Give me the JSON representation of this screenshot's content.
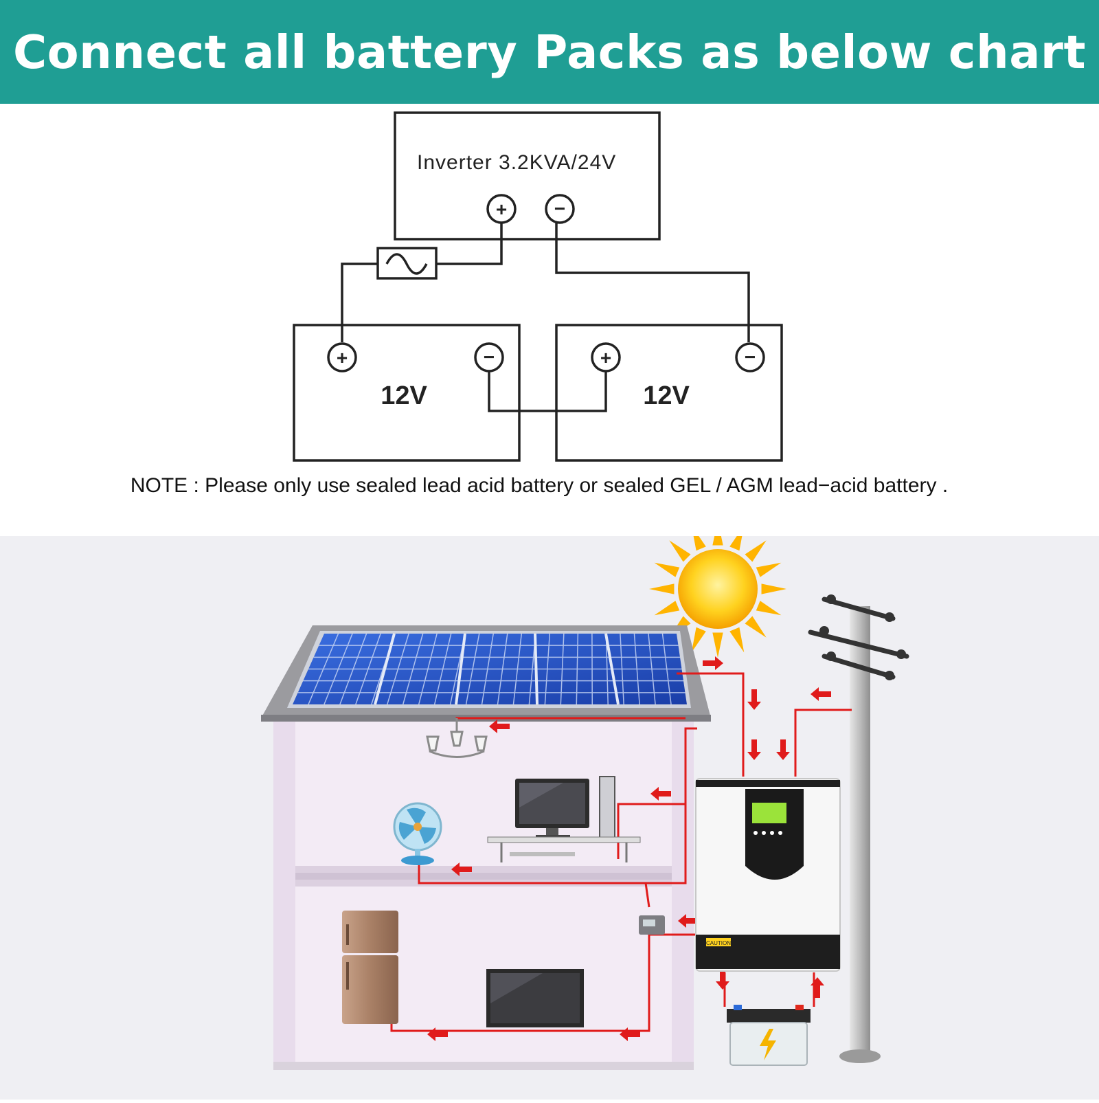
{
  "header": {
    "title": "Connect all battery Packs as below chart"
  },
  "wiring_diagram": {
    "inverter": {
      "label": "Inverter 3.2KVA/24V",
      "positive": "+",
      "negative": "−"
    },
    "batteries": [
      {
        "voltage": "12V",
        "positive": "+",
        "negative": "−"
      },
      {
        "voltage": "12V",
        "positive": "+",
        "negative": "−"
      }
    ],
    "note": "NOTE : Please only use sealed lead acid battery or sealed GEL / AGM lead−acid battery ."
  },
  "solar_scene": {
    "inverter_warning_label": "CAUTION",
    "colors": {
      "arrow": "#e01b1b",
      "panel": "#1b45b5",
      "wall": "#f1e8f3",
      "banner": "#1f9e94"
    },
    "icons": [
      "sun-icon",
      "solar-panel-icon",
      "utility-pole-icon",
      "chandelier-icon",
      "desk-fan-icon",
      "computer-icon",
      "refrigerator-icon",
      "television-icon",
      "hybrid-inverter-icon",
      "battery-icon",
      "meter-icon"
    ]
  }
}
